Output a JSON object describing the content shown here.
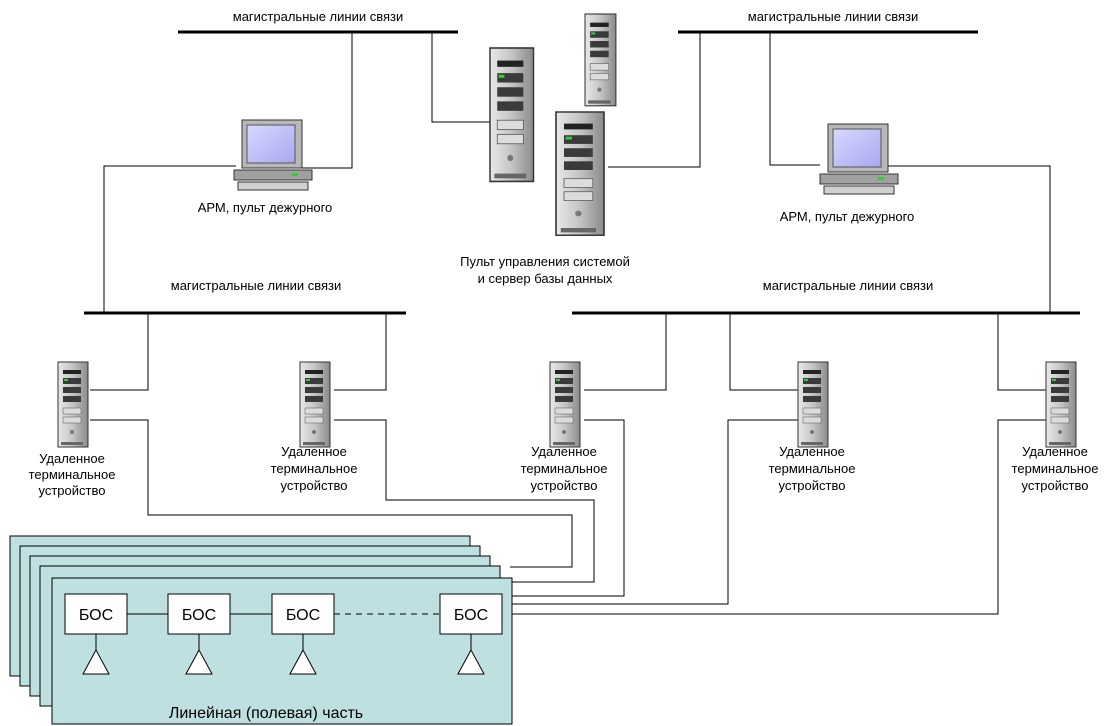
{
  "diagram": {
    "bus_labels": {
      "top_left": "магистральные линии связи",
      "top_right": "магистральные линии связи",
      "mid_left": "магистральные линии связи",
      "mid_right": "магистральные линии связи"
    },
    "workstations": {
      "left": "АРМ, пульт дежурного",
      "right": "АРМ, пульт дежурного"
    },
    "control_center": {
      "line1": "Пульт управления системой",
      "line2": "и сервер базы данных"
    },
    "rtu": {
      "line1": "Удаленное",
      "line2": "терминальное",
      "line3": "устройство"
    },
    "bos_label": "БОС",
    "field_part": "Линейная (полевая) часть",
    "icons": [
      "monitor-icon",
      "server-tower-icon",
      "antenna-icon"
    ],
    "colors": {
      "panel_fill": "#bfe0e0",
      "screen": "#c8c8ff",
      "server_body": "#c8c8c8"
    }
  }
}
